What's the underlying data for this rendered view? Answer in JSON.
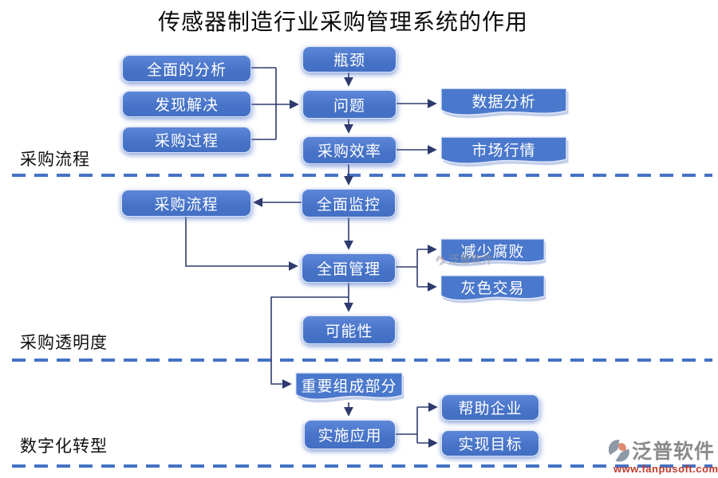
{
  "title": "传感器制造行业采购管理系统的作用",
  "sections": [
    {
      "label": "采购流程"
    },
    {
      "label": "采购透明度"
    },
    {
      "label": "数字化转型"
    }
  ],
  "nodes": {
    "comprehensive_analysis": "全面的分析",
    "discover_solve": "发现解决",
    "procurement_process": "采购过程",
    "bottleneck": "瓶颈",
    "problem": "问题",
    "procurement_efficiency": "采购效率",
    "data_analysis": "数据分析",
    "market_conditions": "市场行情",
    "procurement_flow": "采购流程",
    "comprehensive_monitoring": "全面监控",
    "comprehensive_management": "全面管理",
    "reduce_corruption": "减少腐败",
    "gray_transactions": "灰色交易",
    "possibility": "可能性",
    "important_component": "重要组成部分",
    "implementation_application": "实施应用",
    "help_enterprises": "帮助企业",
    "achieve_goals": "实现目标"
  },
  "watermark": {
    "text": "泛普软件"
  },
  "logo": {
    "name": "泛普软件",
    "url": "www.fanpusoft.com"
  },
  "colors": {
    "box_fill": "#4a78cc",
    "box_border": "#dbe4f7",
    "connector": "#2e3a6e",
    "dashed_divider": "#4472c4",
    "logo_gray": "#8a8a8a",
    "logo_orange": "#dd8c72",
    "url_red": "#c03a2b"
  }
}
